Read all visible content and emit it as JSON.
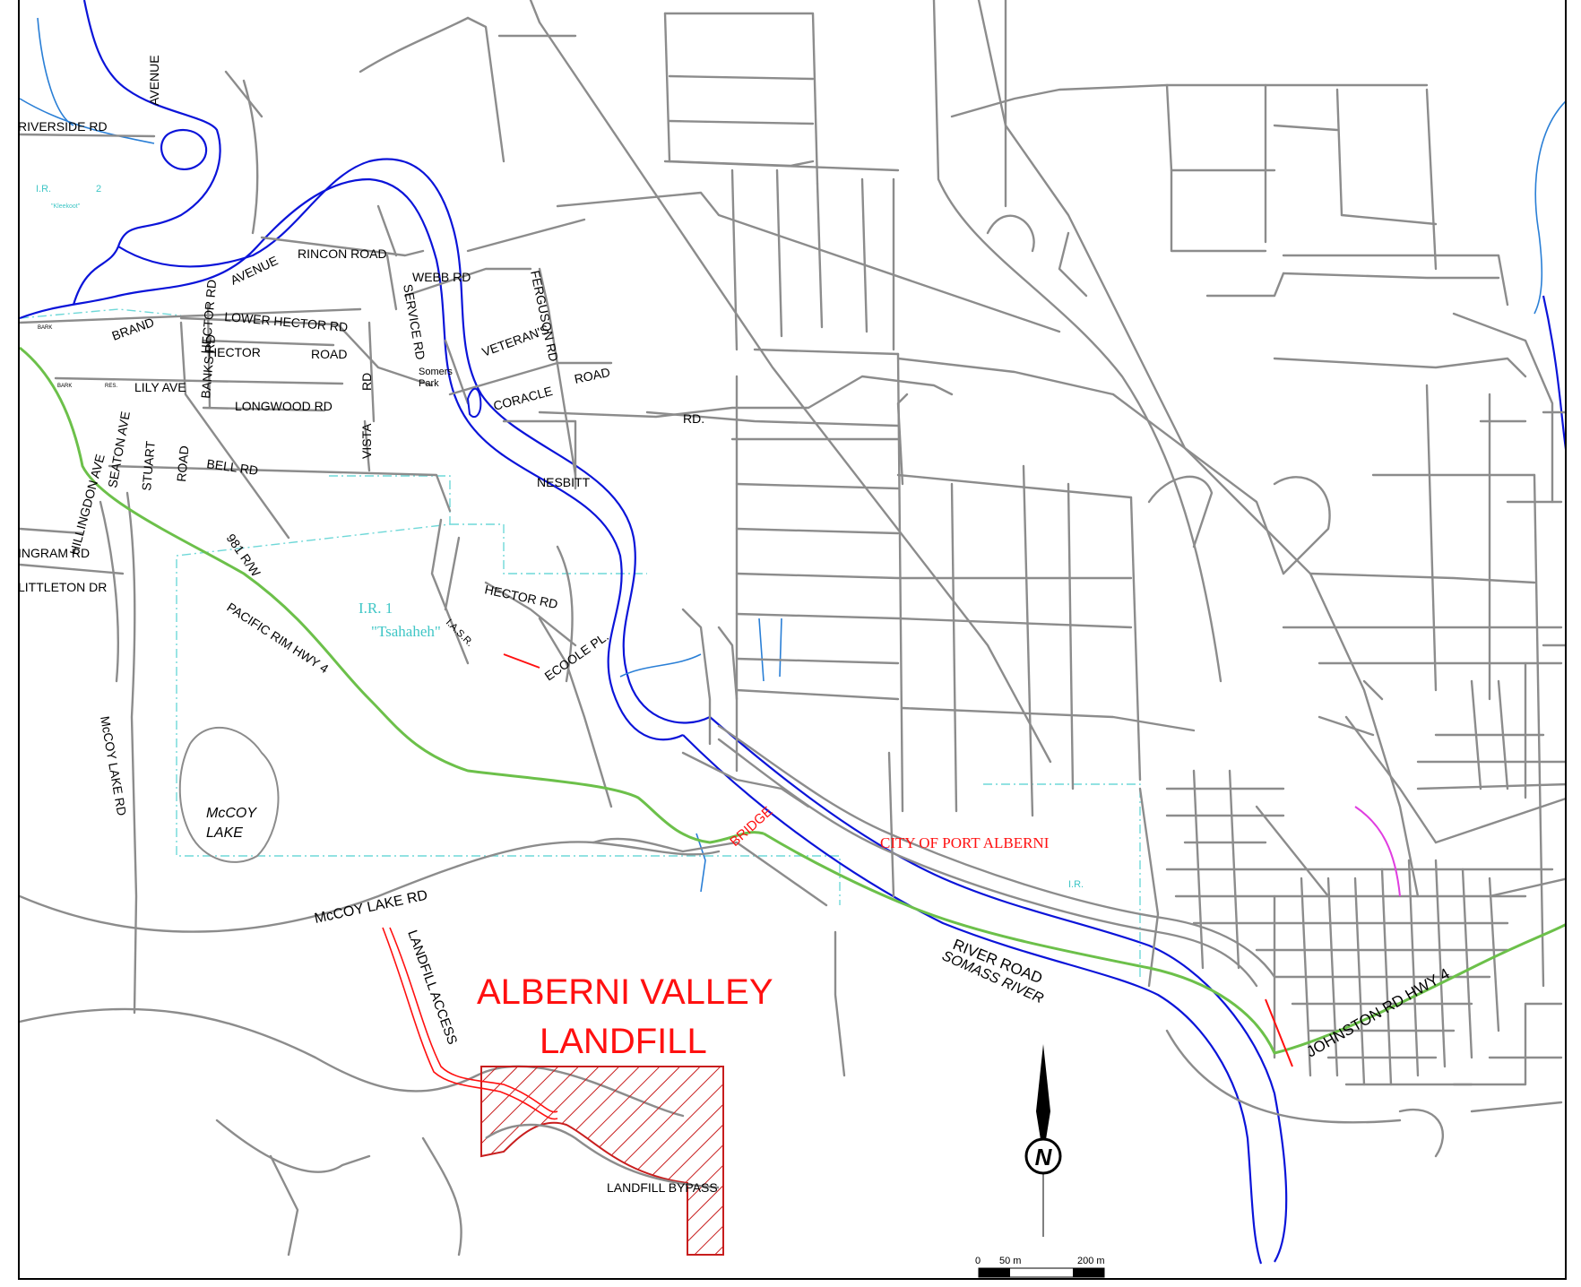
{
  "title": {
    "line1": "ALBERNI VALLEY",
    "line2": "LANDFILL"
  },
  "place_labels": {
    "city": "CITY OF PORT ALBERNI",
    "mccoy_lake_1": "McCOY",
    "mccoy_lake_2": "LAKE",
    "somers_park_1": "Somers",
    "somers_park_2": "Park",
    "ir1": "I.R.   1",
    "ir1_name": "\"Tsahaheh\"",
    "ir2": "I.R.",
    "ir2_num": "2",
    "ir2_name": "\"Kleekoot\"",
    "ir_small": "I.R."
  },
  "roads": {
    "riverside": "RIVERSIDE  RD",
    "avenue_top": "AVENUE",
    "rincon": "RINCON    ROAD",
    "webb": "WEBB RD",
    "service": "SERVICE RD",
    "ferguson": "FERGUSON RD",
    "veterans": "VETERAN'S",
    "coracle": "CORACLE",
    "road_mid": "ROAD",
    "nesbitt": "NESBITT",
    "rd_dot": "RD.",
    "lower_hector": "LOWER  HECTOR  RD",
    "brand": "BRAND",
    "hector_rd_vert": "HECTOR RD",
    "avenue_2": "AVENUE",
    "banks": "BANKS RD",
    "hector": "HECTOR",
    "road_hector": "ROAD",
    "lily": "LILY AVE",
    "longwood": "LONGWOOD  RD",
    "vista": "VISTA",
    "rd_vista": "RD",
    "bell": "BELL  RD",
    "road_bell": "ROAD",
    "stuart": "STUART",
    "seaton": "SEATON  AVE",
    "hillingdon": "HILLINGDON  AVE",
    "ingram": "INGRAM  RD",
    "littleton": "LITTLETON  DR",
    "rw981": "981  R/W",
    "pacific_rim": "PACIFIC RIM  HWY 4",
    "hector_rd_low": "HECTOR  RD",
    "iasr": "I.A.S.R.",
    "ecoole": "ECOOLE  PL.",
    "mccoy_lake_rd_vert": "McCOY  LAKE  RD",
    "mccoy_lake_rd": "McCOY LAKE RD",
    "landfill_access": "LANDFILL  ACCESS",
    "landfill_bypass": "LANDFILL  BYPASS",
    "bridge": "BRIDGE",
    "river_road": "RIVER ROAD",
    "somass": "SOMASS   RIVER",
    "johnston": "JOHNSTON RD  HWY 4",
    "bark": "BARK",
    "bark_res": "BARK",
    "res": "RES."
  },
  "scale": {
    "label_0": "0",
    "label_50": "50  m",
    "label_200": "200  m"
  },
  "north_arrow": {
    "letter": "N"
  },
  "colors": {
    "road": "#8c8c8c",
    "river": "#0b14d9",
    "highway": "#6cc04a",
    "reserve_boundary": "#6fd8d8",
    "landfill": "#c81e1e",
    "title": "#ff1010"
  }
}
